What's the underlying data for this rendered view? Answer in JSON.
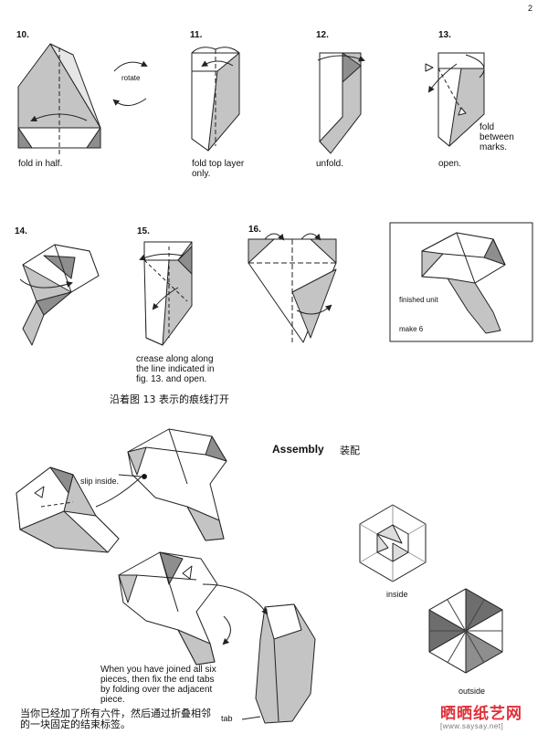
{
  "page_number": "2",
  "steps": {
    "s10": {
      "num": "10.",
      "caption": "fold in half.",
      "rotate": "rotate"
    },
    "s11": {
      "num": "11.",
      "caption": "fold top layer only."
    },
    "s12": {
      "num": "12.",
      "caption": "unfold."
    },
    "s13": {
      "num": "13.",
      "caption": "open.",
      "note": "fold between marks."
    },
    "s14": {
      "num": "14."
    },
    "s15": {
      "num": "15.",
      "caption": "crease along along the line indicated in fig. 13.  and open.",
      "cn_caption": "沿着图 13 表示的痕线打开"
    },
    "s16": {
      "num": "16."
    }
  },
  "finished": {
    "label": "finished unit",
    "count": "make 6"
  },
  "assembly": {
    "title": "Assembly",
    "title_cn": "装配",
    "slip_inside": "slip inside.",
    "instruction": "When you have joined all six pieces, then fix the end tabs by folding over the adjacent piece.",
    "instruction_cn": "当你已经加了所有六件，然后通过折叠相邻的一块固定的结束标签。",
    "tab": "tab",
    "inside": "inside",
    "outside": "outside"
  },
  "watermark": {
    "brand": "晒晒纸艺网",
    "url": "[www.saysay.net]"
  },
  "colors": {
    "paper_gray": "#c4c4c4",
    "dark_gray": "#8e8e8e",
    "line": "#222222",
    "watermark": "#e0303a"
  }
}
